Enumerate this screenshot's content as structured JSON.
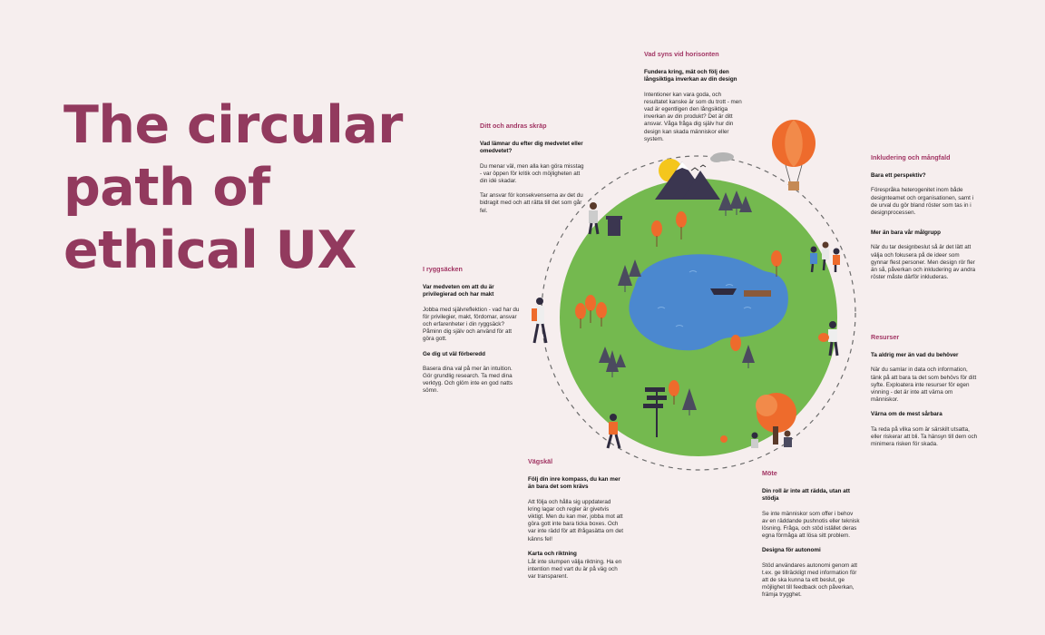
{
  "title": [
    "The circular",
    "path of",
    "ethical UX"
  ],
  "sections": {
    "horisonten": {
      "heading": "Vad syns vid horisonten",
      "subheading": "Fundera kring, mät och följ den långsiktiga inverkan av din design",
      "text": "Intentioner kan vara goda, och resultatet kanske är som du trott - men vad är egentligen den långsiktiga inverkan av din produkt? Det är ditt ansvar. Våga fråga dig själv hur din design kan skada människor eller system."
    },
    "skrap": {
      "heading": "Ditt och andras skräp",
      "subheading": "Vad lämnar du efter dig medvetet eller omedvetet?",
      "text1": "Du menar väl, men alla kan göra misstag - var öppen för kritik och möjligheten att din idé skadar.",
      "text2": "Tar ansvar för konsekvenserna av det du bidragit med och att rätta till det som går fel."
    },
    "inkludering": {
      "heading": "Inkludering och mångfald",
      "subheading1": "Bara ett perspektiv?",
      "text1": "Förespråka heterogenitet inom både designteamet och organisationen, samt i de urval du gör bland röster som tas in i designprocessen.",
      "subheading2": "Mer än bara vår målgrupp",
      "text2": "När du tar designbeslut så är det lätt att välja och fokusera på de ideer som gynnar flest personer. Men design rör fler än så, påverkan och inkludering av andra röster måste därför inkluderas."
    },
    "ryggsacken": {
      "heading": "I ryggsäcken",
      "subheading1": "Var medveten om att du är privilegierad och har makt",
      "text1": "Jobba med självreflektion - vad har du för privilegier, makt, fördomar, ansvar och erfarenheter i din ryggsäck? Påminn dig själv och använd för att göra gott.",
      "subheading2": "Ge dig ut väl förberedd",
      "text2": "Basera dina val på mer än intuition. Gör grundlig research. Ta med dina verktyg. Och glöm inte en god natts sömn."
    },
    "resurser": {
      "heading": "Resurser",
      "subheading1": "Ta aldrig mer än vad du behöver",
      "text1": "När du samlar in data och information, tänk på att bara ta det som behövs för ditt syfte. Exploatera inte resurser för egen vinning - det är inte att värna om människor.",
      "subheading2": "Värna om de mest sårbara",
      "text2": "Ta reda på vilka som är särskilt utsatta, eller riskerar att bli. Ta hänsyn till dem och minimera risken för skada."
    },
    "vagskal": {
      "heading": "Vägskäl",
      "subheading1": "Följ din inre kompass, du kan mer än bara det som krävs",
      "text1": "Att följa och hålla sig uppdaterad kring lagar och regler är givetvis viktigt. Men du kan mer, jobba mot att göra gott inte bara ticka boxes. Och var inte rädd för att ifrågasätta om det känns fel!",
      "subheading2": "Karta och riktning",
      "text2": "Låt inte slumpen välja riktning. Ha en intention med vart du är på väg och var transparent."
    },
    "mote": {
      "heading": "Möte",
      "subheading1": "Din roll är inte att rädda, utan att stödja",
      "text1": "Se inte människor som offer i behov av en räddande pushnotis eller teknisk lösning. Fråga, och stöd istället deras egna förmåga att lösa sitt problem.",
      "subheading2": "Designa för autonomi",
      "text2": "Stöd användares autonomi genom att t.ex. ge tillräckligt med information för att de ska kunna ta ett beslut, ge möjlighet till feedback och påverkan, främja trygghet."
    }
  },
  "colors": {
    "title": "#923a5e",
    "heading": "#a23664",
    "background": "#f6eeee",
    "grass": "#74b94f",
    "lake": "#4b88cf",
    "mountain": "#3b3650",
    "tree_orange": "#ee6b2c",
    "sun": "#f4c61c"
  },
  "illustration": {
    "scene": "circular-landscape",
    "path": "dashed-circle"
  }
}
